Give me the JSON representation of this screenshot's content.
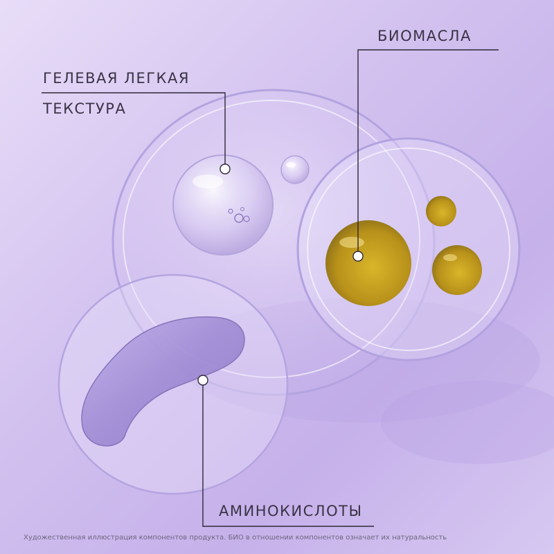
{
  "labels": {
    "gel_texture_line1": "ГЕЛЕВАЯ ЛЕГКАЯ",
    "gel_texture_line2": "ТЕКСТУРА",
    "bio_oils": "БИОМАСЛА",
    "amino_acids": "АМИНОКИСЛОТЫ"
  },
  "footnote": "Художественная иллюстрация компонентов продукта. БИО в отношении компонентов означает их натуральность",
  "colors": {
    "background": "#d2c1ef",
    "label_text": "#3a3346",
    "leader_line": "#2e2838",
    "oil": "#c9a21a"
  }
}
